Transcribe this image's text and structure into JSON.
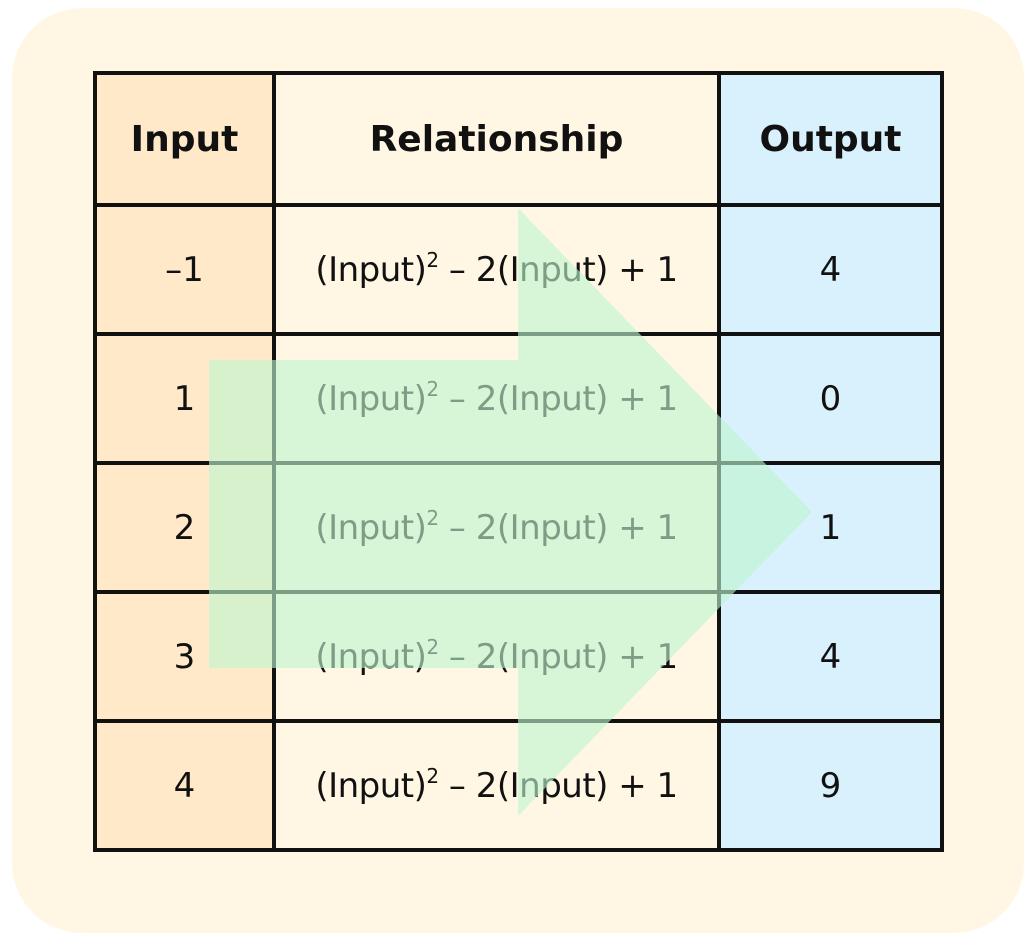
{
  "colors": {
    "card_background": "#fff7e3",
    "input_column": "#ffe9c9",
    "relationship_column": "#fff7e3",
    "output_column": "#d9f0fd",
    "arrow": "#c9f7d8",
    "border": "#111111"
  },
  "table": {
    "headers": {
      "input": "Input",
      "relationship": "Relationship",
      "output": "Output"
    },
    "rows": [
      {
        "input": "–1",
        "rel_base": "(Input)",
        "rel_exp": "2",
        "rel_rest": " – 2(Input) + 1",
        "output": "4"
      },
      {
        "input": "1",
        "rel_base": "(Input)",
        "rel_exp": "2",
        "rel_rest": " – 2(Input) + 1",
        "output": "0"
      },
      {
        "input": "2",
        "rel_base": "(Input)",
        "rel_exp": "2",
        "rel_rest": " – 2(Input) + 1",
        "output": "1"
      },
      {
        "input": "3",
        "rel_base": "(Input)",
        "rel_exp": "2",
        "rel_rest": " – 2(Input) + 1",
        "output": "4"
      },
      {
        "input": "4",
        "rel_base": "(Input)",
        "rel_exp": "2",
        "rel_rest": " – 2(Input) + 1",
        "output": "9"
      }
    ]
  },
  "decoration": {
    "arrow_icon": "right-arrow-icon"
  }
}
